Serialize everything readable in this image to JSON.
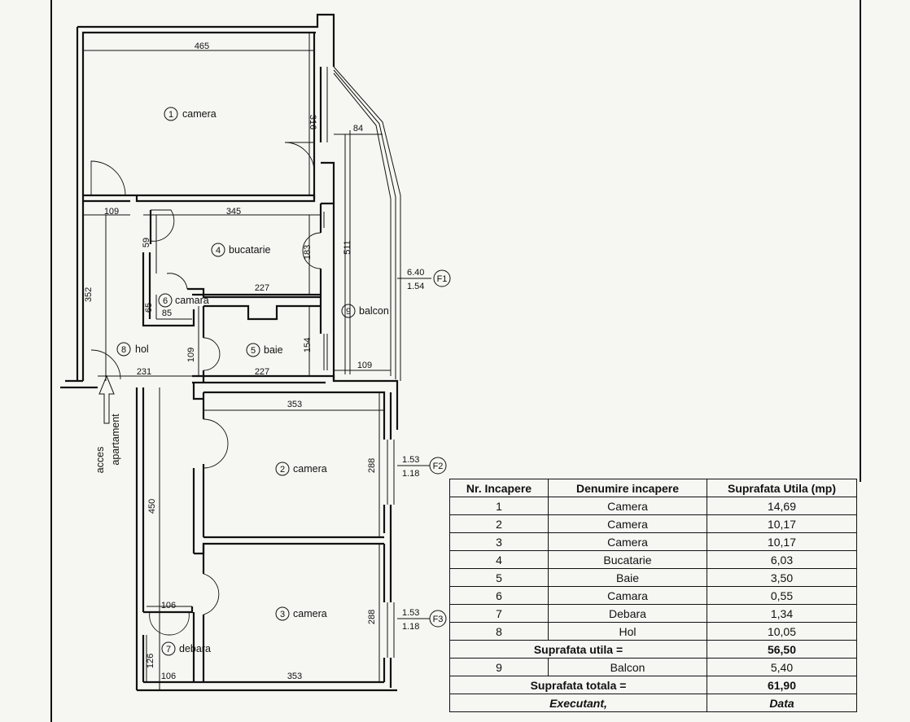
{
  "rooms": {
    "r1": {
      "num": "1",
      "name": "camera"
    },
    "r2": {
      "num": "2",
      "name": "camera"
    },
    "r3": {
      "num": "3",
      "name": "camera"
    },
    "r4": {
      "num": "4",
      "name": "bucatarie"
    },
    "r5": {
      "num": "5",
      "name": "baie"
    },
    "r6": {
      "num": "6",
      "name": "camara"
    },
    "r7": {
      "num": "7",
      "name": "debara"
    },
    "r8": {
      "num": "8",
      "name": "hol"
    },
    "r9": {
      "num": "9",
      "name": "balcon"
    }
  },
  "dimensions": {
    "d465": "465",
    "d316": "316",
    "d84": "84",
    "d109a": "109",
    "d345": "345",
    "d59": "59",
    "d183": "183",
    "d511": "511",
    "d352": "352",
    "d227a": "227",
    "d65": "65",
    "d85": "85",
    "d109b": "109",
    "d154": "154",
    "d231": "231",
    "d227b": "227",
    "d109c": "109",
    "d353a": "353",
    "d288a": "288",
    "d450": "450",
    "d106a": "106",
    "d288b": "288",
    "d126": "126",
    "d106b": "106",
    "d353b": "353"
  },
  "windows": {
    "f1": {
      "label": "F1",
      "top": "6.40",
      "bottom": "1.54"
    },
    "f2": {
      "label": "F2",
      "top": "1.53",
      "bottom": "1.18"
    },
    "f3": {
      "label": "F3",
      "top": "1.53",
      "bottom": "1.18"
    }
  },
  "access": {
    "line1": "acces",
    "line2": "apartament"
  },
  "table": {
    "headers": [
      "Nr. Incapere",
      "Denumire incapere",
      "Suprafata Utila (mp)"
    ],
    "rows": [
      {
        "nr": "1",
        "name": "Camera",
        "area": "14,69"
      },
      {
        "nr": "2",
        "name": "Camera",
        "area": "10,17"
      },
      {
        "nr": "3",
        "name": "Camera",
        "area": "10,17"
      },
      {
        "nr": "4",
        "name": "Bucatarie",
        "area": "6,03"
      },
      {
        "nr": "5",
        "name": "Baie",
        "area": "3,50"
      },
      {
        "nr": "6",
        "name": "Camara",
        "area": "0,55"
      },
      {
        "nr": "7",
        "name": "Debara",
        "area": "1,34"
      },
      {
        "nr": "8",
        "name": "Hol",
        "area": "10,05"
      }
    ],
    "useful_label": "Suprafata utila  =",
    "useful_value": "56,50",
    "balcony": {
      "nr": "9",
      "name": "Balcon",
      "area": "5,40"
    },
    "total_label": "Suprafata totala  =",
    "total_value": "61,90",
    "executant": "Executant,",
    "data_label": "Data"
  }
}
